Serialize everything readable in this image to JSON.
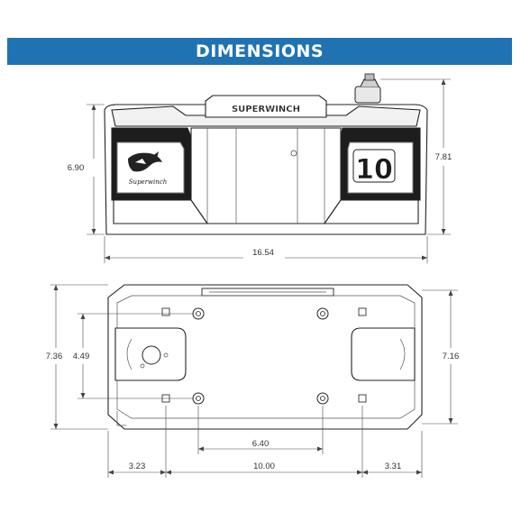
{
  "banner": {
    "title": "DIMENSIONS"
  },
  "front_view": {
    "brand_text": "SUPERWINCH",
    "badge_text": "10",
    "logo_script": "Superwinch",
    "dim_height_body": "6.90",
    "dim_height_total": "7.81",
    "dim_width": "16.54"
  },
  "bottom_view": {
    "dim_height_total": "7.36",
    "dim_hole_spacing_vertical": "4.49",
    "dim_height_right": "7.16",
    "dim_hole_spacing_horizontal": "6.40",
    "dim_left_offset": "3.23",
    "dim_center_span": "10.00",
    "dim_right_offset": "3.31"
  },
  "colors": {
    "banner": "#1f73b3",
    "banner_text": "#ffffff",
    "line": "#222222"
  }
}
